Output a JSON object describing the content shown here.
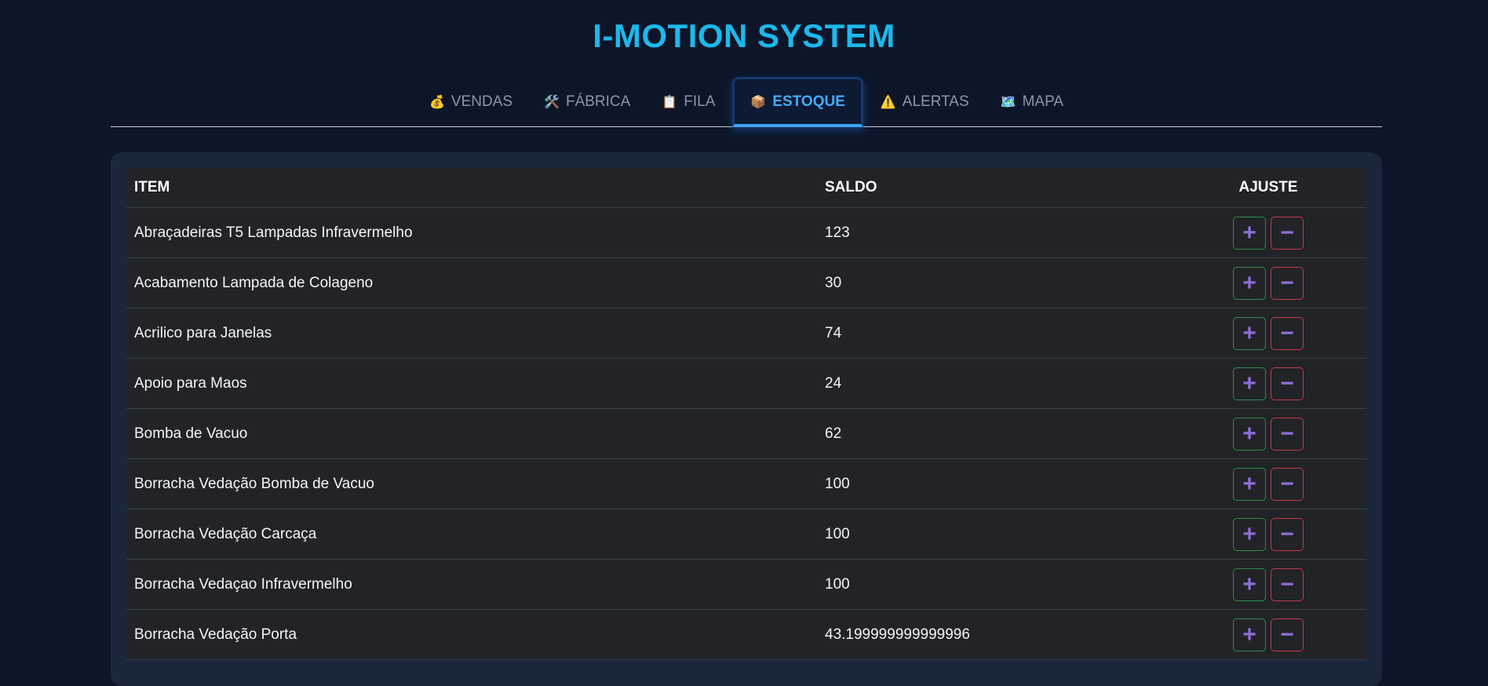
{
  "app": {
    "title": "I-MOTION SYSTEM"
  },
  "tabs": [
    {
      "icon": "💰",
      "icon_name": "money-bag-icon",
      "label": "VENDAS",
      "active": false
    },
    {
      "icon": "🛠️",
      "icon_name": "tools-icon",
      "label": "FÁBRICA",
      "active": false
    },
    {
      "icon": "📋",
      "icon_name": "clipboard-icon",
      "label": "FILA",
      "active": false
    },
    {
      "icon": "📦",
      "icon_name": "package-icon",
      "label": "ESTOQUE",
      "active": true
    },
    {
      "icon": "⚠️",
      "icon_name": "warning-icon",
      "label": "ALERTAS",
      "active": false
    },
    {
      "icon": "🗺️",
      "icon_name": "map-icon",
      "label": "MAPA",
      "active": false
    }
  ],
  "table": {
    "headers": {
      "item": "ITEM",
      "saldo": "SALDO",
      "ajuste": "AJUSTE"
    },
    "plus_glyph": "+",
    "minus_glyph": "−",
    "rows": [
      {
        "item": "Abraçadeiras T5 Lampadas Infravermelho",
        "saldo": "123"
      },
      {
        "item": "Acabamento Lampada de Colageno",
        "saldo": "30"
      },
      {
        "item": "Acrilico para Janelas",
        "saldo": "74"
      },
      {
        "item": "Apoio para Maos",
        "saldo": "24"
      },
      {
        "item": "Bomba de Vacuo",
        "saldo": "62"
      },
      {
        "item": "Borracha Vedação Bomba de Vacuo",
        "saldo": "100"
      },
      {
        "item": "Borracha Vedação Carcaça",
        "saldo": "100"
      },
      {
        "item": "Borracha Vedaçao Infravermelho",
        "saldo": "100"
      },
      {
        "item": "Borracha Vedação Porta",
        "saldo": "43.199999999999996"
      }
    ]
  },
  "colors": {
    "background": "#0d1629",
    "title": "#1cb9ec",
    "active_tab": "#47a9ff",
    "plus_border": "#2f8a55",
    "minus_border": "#c2384a",
    "glyph": "#8e6dd8"
  }
}
